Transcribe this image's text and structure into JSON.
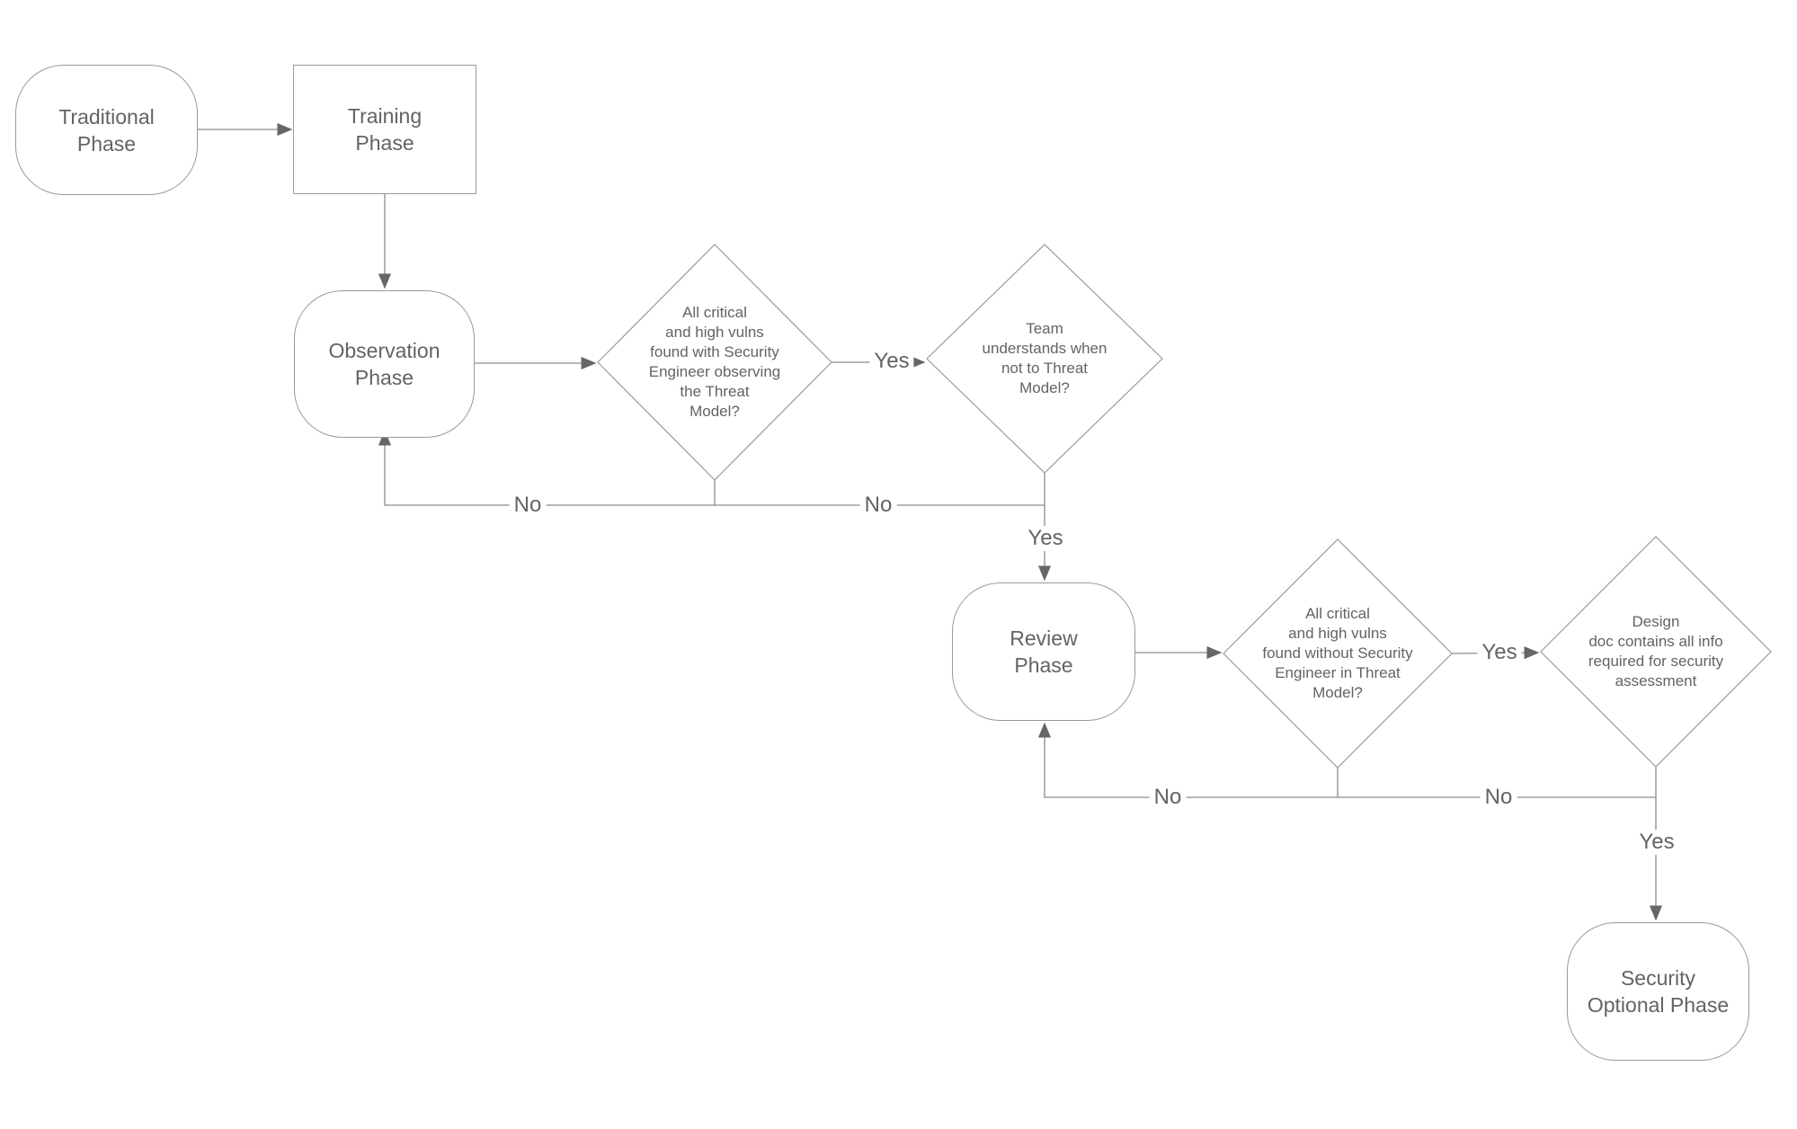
{
  "diagram": {
    "background_color": "#ffffff",
    "shape_stroke_color": "#9a9a9a",
    "connector_color": "#8c8c8c",
    "arrowhead_color": "#666666",
    "text_color": "#636363",
    "nodes": [
      {
        "id": "traditional-phase",
        "type": "rounded-rectangle",
        "label": "Traditional\nPhase"
      },
      {
        "id": "training-phase",
        "type": "rectangle",
        "label": "Training\nPhase"
      },
      {
        "id": "observation-phase",
        "type": "rounded-rectangle",
        "label": "Observation\nPhase"
      },
      {
        "id": "decision-vulns-with-se",
        "type": "diamond",
        "label": "All critical\nand high vulns\nfound with Security\nEngineer observing\nthe Threat\nModel?"
      },
      {
        "id": "decision-team-understands",
        "type": "diamond",
        "label": "Team\nunderstands when\nnot to Threat\nModel?"
      },
      {
        "id": "review-phase",
        "type": "rounded-rectangle",
        "label": "Review\nPhase"
      },
      {
        "id": "decision-vulns-without-se",
        "type": "diamond",
        "label": "All critical\nand high vulns\nfound without Security\nEngineer in Threat\nModel?"
      },
      {
        "id": "decision-design-doc",
        "type": "diamond",
        "label": "Design\ndoc contains all info\nrequired for security\nassessment"
      },
      {
        "id": "security-optional-phase",
        "type": "rounded-rectangle",
        "label": "Security\nOptional Phase"
      }
    ],
    "edge_labels": [
      {
        "id": "yes-after-first-decision",
        "text": "Yes"
      },
      {
        "id": "no-return-to-observation-1",
        "text": "No"
      },
      {
        "id": "no-return-to-observation-2",
        "text": "No"
      },
      {
        "id": "yes-to-review-phase",
        "text": "Yes"
      },
      {
        "id": "yes-after-third-decision",
        "text": "Yes"
      },
      {
        "id": "no-return-to-review-1",
        "text": "No"
      },
      {
        "id": "no-return-to-review-2",
        "text": "No"
      },
      {
        "id": "yes-to-security-optional",
        "text": "Yes"
      }
    ]
  }
}
